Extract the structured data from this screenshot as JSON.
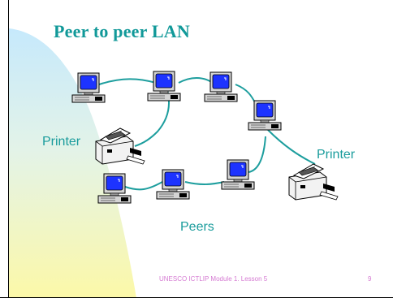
{
  "slide": {
    "title": "Peer to peer  LAN",
    "labels": {
      "printer_left": "Printer",
      "printer_right": "Printer",
      "peers": "Peers"
    },
    "footer": {
      "text": "UNESCO ICTLIP Module 1. Lesson 5",
      "page": "9"
    }
  },
  "colors": {
    "title": "#119999",
    "cable": "#1d9e9e",
    "screen": "#1d33ff",
    "accent_blob_top": "#bfe6fb",
    "accent_blob_bottom": "#fcf8a8",
    "footer_text": "#d57ad2"
  },
  "icons": {
    "computer": "desktop-computer-icon",
    "printer": "laser-printer-icon"
  }
}
